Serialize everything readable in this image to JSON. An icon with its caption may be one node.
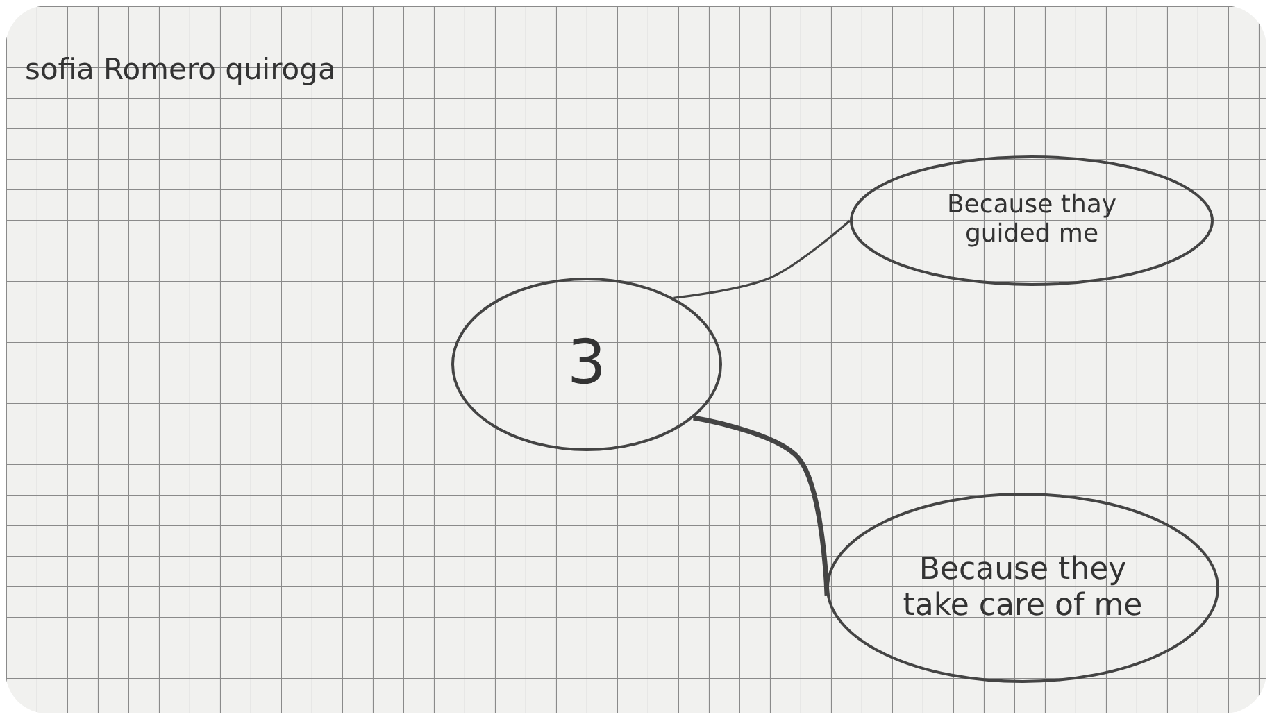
{
  "diagram": {
    "title": "sofia Romero quiroga",
    "nodes": [
      {
        "text": [
          "3"
        ]
      },
      {
        "text": [
          "Because thay guided me"
        ]
      },
      {
        "text": [
          "Because they take care of me"
        ]
      }
    ],
    "edges": [
      {
        "from": 0,
        "to": 1,
        "arrow": "none"
      },
      {
        "from": 0,
        "to": 2,
        "arrow": "none",
        "style": "thick"
      }
    ]
  }
}
